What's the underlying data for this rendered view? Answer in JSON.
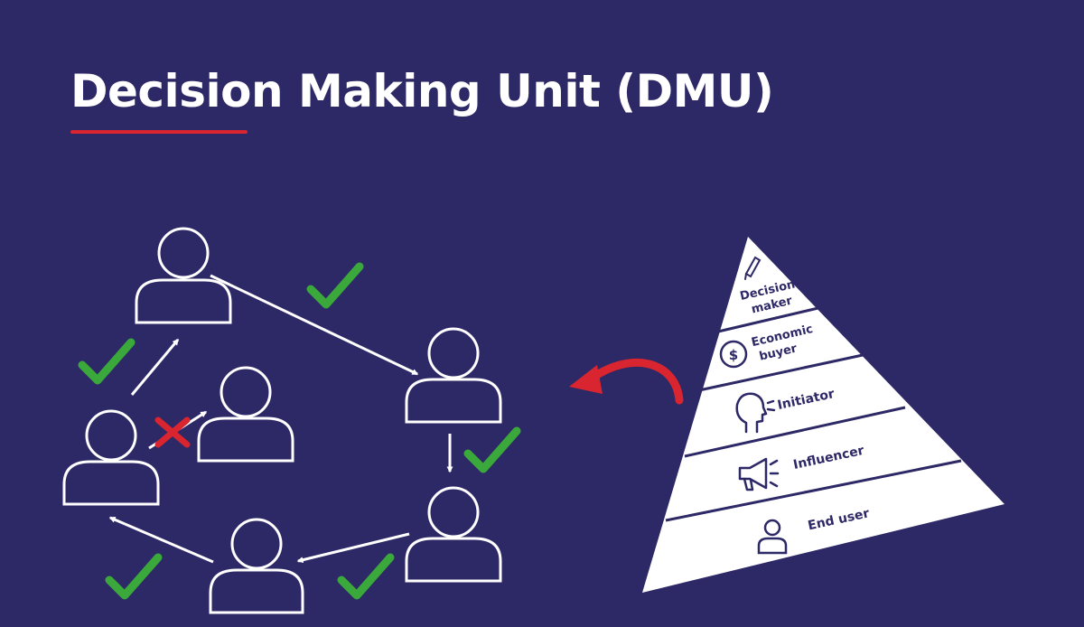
{
  "title": "Decision Making Unit (DMU)",
  "colors": {
    "background": "#2d2866",
    "accent_red": "#d9252f",
    "check_green": "#3aa83a",
    "white": "#ffffff"
  },
  "pyramid": {
    "levels": [
      {
        "label_lines": [
          "Decision",
          "maker"
        ],
        "icon": "pencil-icon"
      },
      {
        "label_lines": [
          "Economic",
          "buyer"
        ],
        "icon": "dollar-coin-icon"
      },
      {
        "label_lines": [
          "Initiator"
        ],
        "icon": "speaking-head-icon"
      },
      {
        "label_lines": [
          "Influencer"
        ],
        "icon": "megaphone-icon"
      },
      {
        "label_lines": [
          "End user"
        ],
        "icon": "user-icon"
      }
    ]
  }
}
